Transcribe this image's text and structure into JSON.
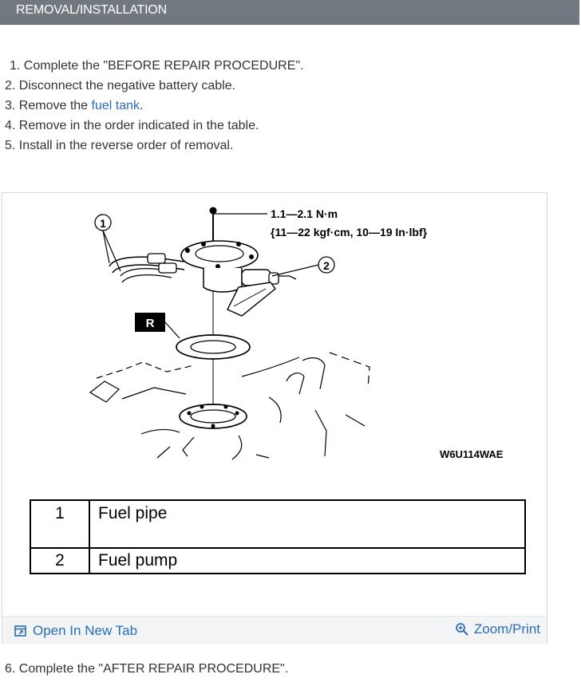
{
  "header": {
    "title": "REMOVAL/INSTALLATION"
  },
  "steps": [
    {
      "num": "1.",
      "text": "Complete the \"BEFORE REPAIR PROCEDURE\"."
    },
    {
      "num": "2.",
      "text": "Disconnect the negative battery cable."
    },
    {
      "num": "3.",
      "text_before": "Remove the ",
      "link": "fuel tank",
      "text_after": "."
    },
    {
      "num": "4.",
      "text": "Remove in the order indicated in the table."
    },
    {
      "num": "5.",
      "text": "Install in the reverse order of removal."
    }
  ],
  "figure": {
    "torque_line1": "1.1—2.1 N·m",
    "torque_line2": "{11—22 kgf·cm, 10—19 In·lbf}",
    "callout_1": "1",
    "callout_2": "2",
    "r_label": "R",
    "figure_code": "W6U114WAE",
    "table": [
      {
        "num": "1",
        "name": "Fuel pipe"
      },
      {
        "num": "2",
        "name": "Fuel pump"
      }
    ],
    "open_tab_label": "Open In New Tab",
    "zoom_print_label": "Zoom/Print",
    "icons": {
      "open_tab": "open-new-tab-icon",
      "zoom": "zoom-icon"
    },
    "link_color": "#2a6db5"
  },
  "after": {
    "num": "6.",
    "text": "Complete the \"AFTER REPAIR PROCEDURE\"."
  }
}
